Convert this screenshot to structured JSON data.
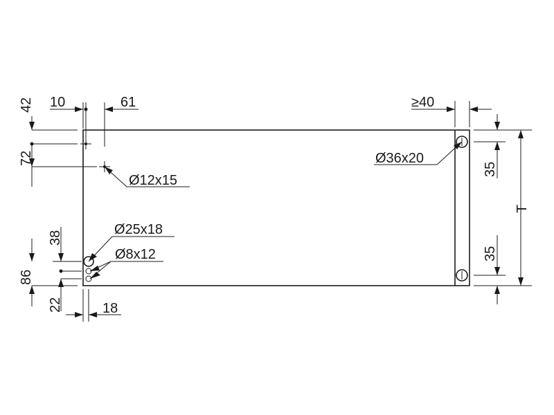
{
  "dimensions": {
    "d42": "42",
    "d10": "10",
    "d61": "61",
    "d72": "72",
    "d38": "38",
    "d86": "86",
    "d22": "22",
    "d18": "18",
    "d40": "≥40",
    "d35_top": "35",
    "d35_bottom": "35",
    "height": "T"
  },
  "holes": {
    "h12x15": "Ø12x15",
    "h25x18": "Ø25x18",
    "h8x12": "Ø8x12",
    "h36x20": "Ø36x20"
  }
}
